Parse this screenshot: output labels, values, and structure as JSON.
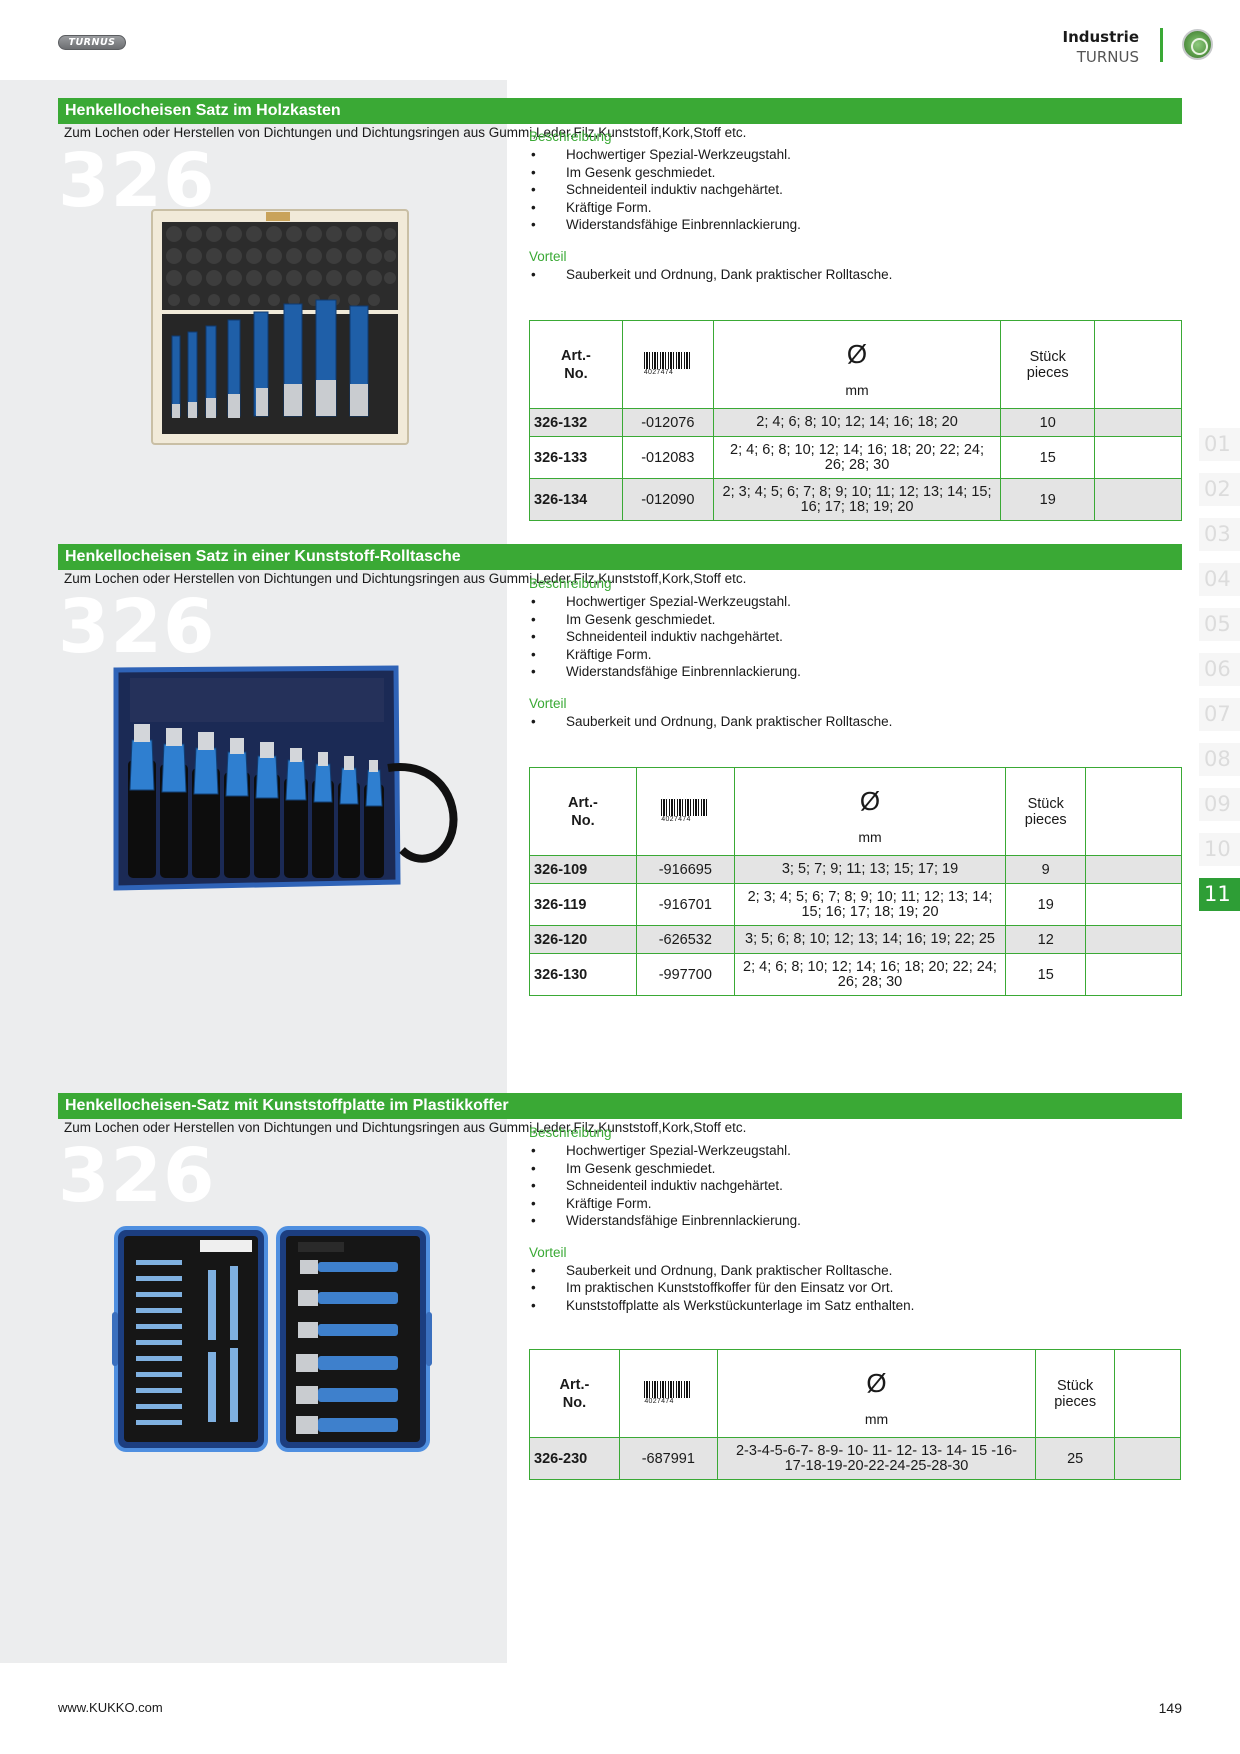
{
  "header": {
    "logo_text": "TURNUS",
    "category": "Industrie",
    "brand": "TURNUS"
  },
  "side_tabs": [
    "01",
    "02",
    "03",
    "04",
    "05",
    "06",
    "07",
    "08",
    "09",
    "10",
    "11"
  ],
  "active_tab": "11",
  "table_headers": {
    "art_line1": "Art.-",
    "art_line2": "No.",
    "barcode_digits": "4027474",
    "diameter_symbol": "Ø",
    "diameter_unit": "mm",
    "pieces_line1": "Stück",
    "pieces_line2": "pieces"
  },
  "sections": [
    {
      "title": "Henkellocheisen Satz im Holzkasten",
      "description": "Zum Lochen oder Herstellen von Dichtungen und Dichtungsringen aus Gummi,Leder,Filz,Kunststoff,Kork,Stoff etc.",
      "number": "326",
      "beschreibung_label": "Beschreibung",
      "beschreibung": [
        "Hochwertiger Spezial-Werkzeugstahl.",
        "Im Gesenk geschmiedet.",
        "Schneidenteil induktiv nachgehärtet.",
        "Kräftige Form.",
        "Widerstandsfähige Einbrennlackierung."
      ],
      "vorteil_label": "Vorteil",
      "vorteil": [
        "Sauberkeit und Ordnung, Dank praktischer Rolltasche."
      ],
      "rows": [
        {
          "art": "326-132",
          "ean": "-012076",
          "sizes": [
            "2; 4; 6; 8; 10; 12; 14; 16; 18; 20"
          ],
          "pieces": "10"
        },
        {
          "art": "326-133",
          "ean": "-012083",
          "sizes": [
            "2; 4; 6; 8; 10; 12; 14; 16; 18; 20; 22; 24;",
            "26; 28; 30"
          ],
          "pieces": "15"
        },
        {
          "art": "326-134",
          "ean": "-012090",
          "sizes": [
            "2; 3; 4; 5; 6; 7; 8; 9; 10; 11; 12; 13; 14; 15;",
            "16; 17; 18; 19; 20"
          ],
          "pieces": "19"
        }
      ]
    },
    {
      "title": "Henkellocheisen Satz in einer Kunststoff-Rolltasche",
      "description": "Zum Lochen oder Herstellen von Dichtungen und Dichtungsringen aus Gummi,Leder,Filz,Kunststoff,Kork,Stoff etc.",
      "number": "326",
      "beschreibung_label": "Beschreibung",
      "beschreibung": [
        "Hochwertiger Spezial-Werkzeugstahl.",
        "Im Gesenk geschmiedet.",
        "Schneidenteil induktiv nachgehärtet.",
        "Kräftige Form.",
        "Widerstandsfähige Einbrennlackierung."
      ],
      "vorteil_label": "Vorteil",
      "vorteil": [
        "Sauberkeit und Ordnung, Dank praktischer Rolltasche."
      ],
      "rows": [
        {
          "art": "326-109",
          "ean": "-916695",
          "sizes": [
            "3; 5; 7; 9; 11; 13; 15; 17; 19"
          ],
          "pieces": "9"
        },
        {
          "art": "326-119",
          "ean": "-916701",
          "sizes": [
            "2; 3; 4; 5; 6; 7; 8; 9; 10; 11; 12; 13; 14;",
            "15; 16; 17; 18; 19; 20"
          ],
          "pieces": "19"
        },
        {
          "art": "326-120",
          "ean": "-626532",
          "sizes": [
            "3; 5; 6; 8; 10; 12; 13; 14; 16; 19; 22; 25"
          ],
          "pieces": "12"
        },
        {
          "art": "326-130",
          "ean": "-997700",
          "sizes": [
            "2; 4; 6; 8; 10; 12; 14; 16; 18; 20; 22; 24;",
            "26; 28; 30"
          ],
          "pieces": "15"
        }
      ]
    },
    {
      "title": "Henkellocheisen-Satz mit Kunststoffplatte im Plastikkoffer",
      "description": "Zum Lochen oder Herstellen von Dichtungen und Dichtungsringen aus Gummi,Leder,Filz,Kunststoff,Kork,Stoff etc.",
      "number": "326",
      "beschreibung_label": "Beschreibung",
      "beschreibung": [
        "Hochwertiger Spezial-Werkzeugstahl.",
        "Im Gesenk geschmiedet.",
        "Schneidenteil induktiv nachgehärtet.",
        "Kräftige Form.",
        "Widerstandsfähige Einbrennlackierung."
      ],
      "vorteil_label": "Vorteil",
      "vorteil": [
        "Sauberkeit und Ordnung, Dank praktischer Rolltasche.",
        "Im praktischen Kunststoffkoffer für den Einsatz vor Ort.",
        "Kunststoffplatte als Werkstückunterlage im Satz enthalten."
      ],
      "rows": [
        {
          "art": "326-230",
          "ean": "-687991",
          "sizes": [
            "2-3-4-5-6-7- 8-9- 10- 11- 12- 13- 14- 15 -16-",
            "17-18-19-20-22-24-25-28-30"
          ],
          "pieces": "25"
        }
      ]
    }
  ],
  "footer": {
    "url": "www.KUKKO.com",
    "page": "149"
  }
}
